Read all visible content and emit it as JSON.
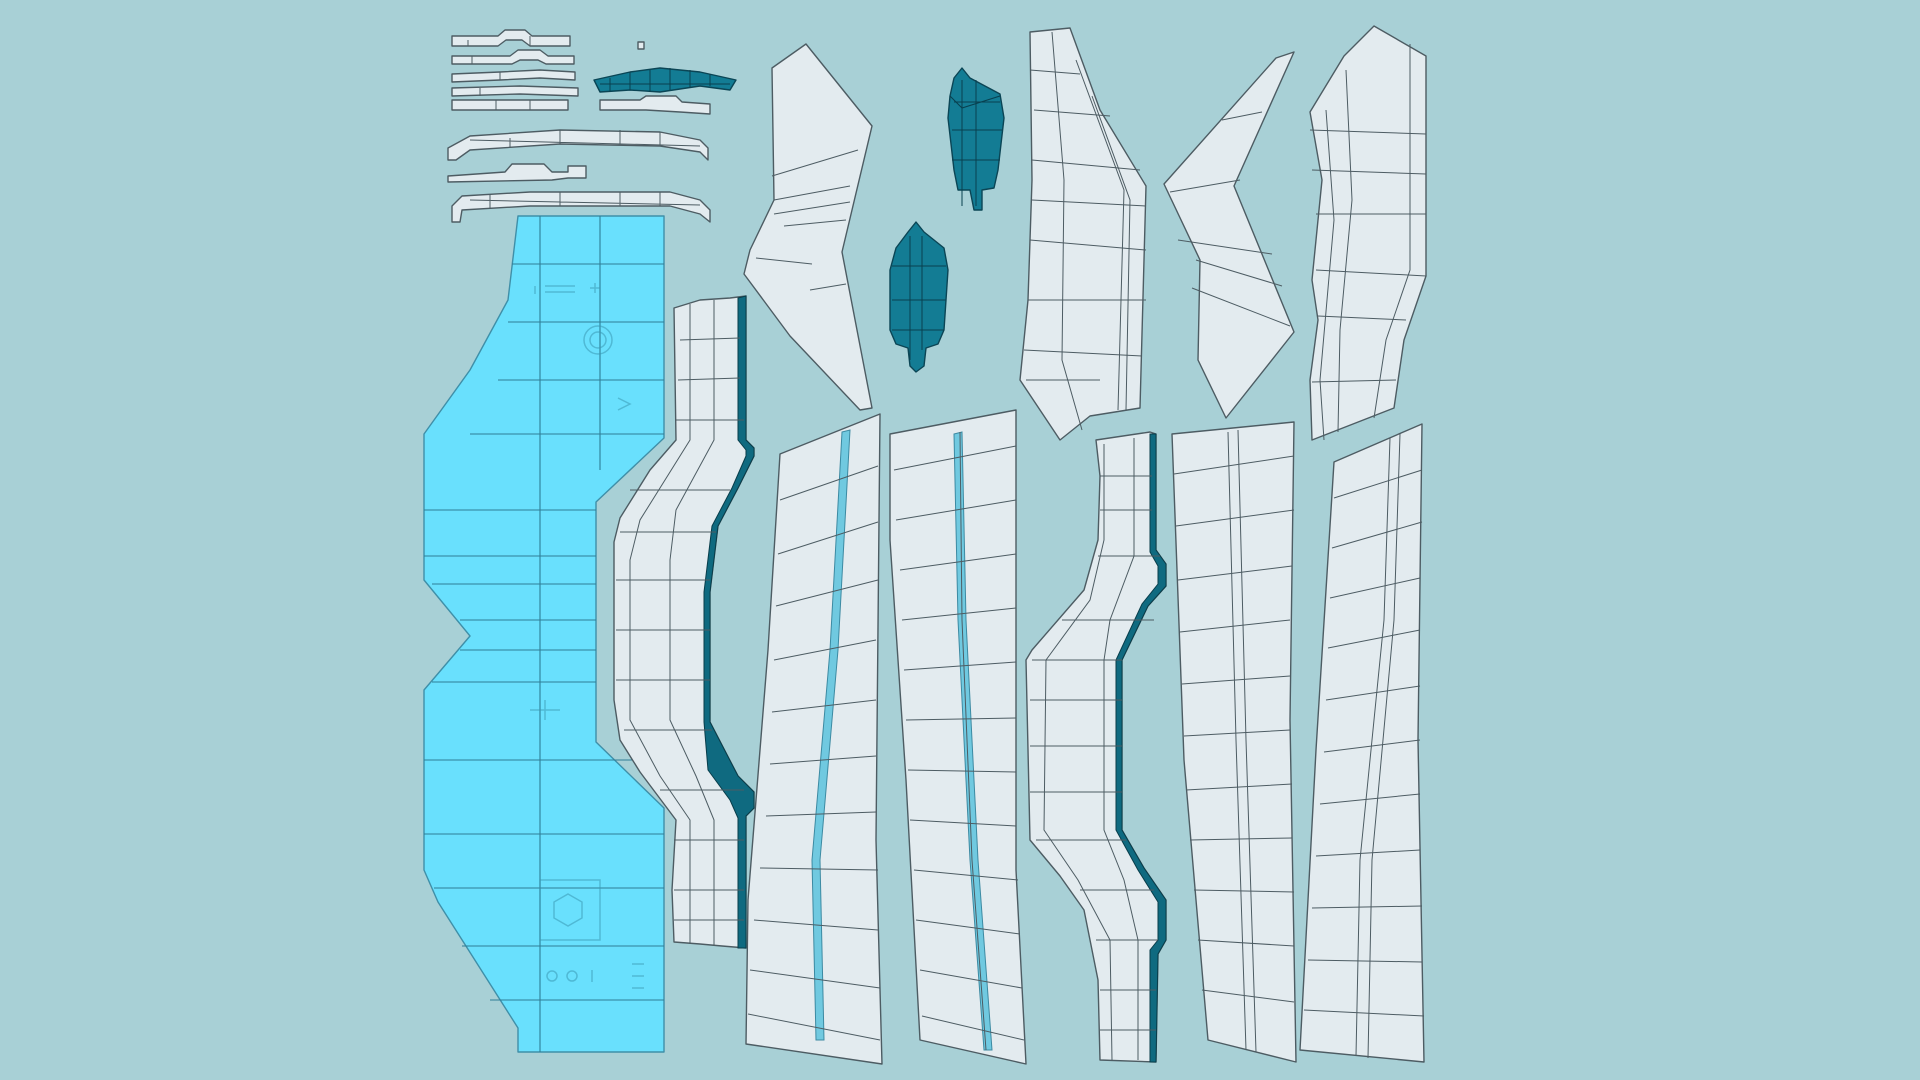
{
  "colors": {
    "background": "#a8d0d6",
    "island_fill": "#e3ebef",
    "island_edge": "#4d5c63",
    "selected_cyan": "#69e0fd",
    "selected_teal": "#137c94"
  },
  "islands": [
    {
      "name": "small-strips-cluster",
      "color": "white"
    },
    {
      "name": "teal-small-strip",
      "color": "teal"
    },
    {
      "name": "cyan-large-panel",
      "color": "cyan"
    },
    {
      "name": "wavy-strip-left",
      "color": "white"
    },
    {
      "name": "chevron-panel-top-left",
      "color": "white"
    },
    {
      "name": "teal-fin-upper",
      "color": "teal"
    },
    {
      "name": "teal-fin-lower",
      "color": "teal"
    },
    {
      "name": "tall-panel-top-center",
      "color": "white"
    },
    {
      "name": "chevron-panel-top-right",
      "color": "white"
    },
    {
      "name": "tall-panel-top-right",
      "color": "white"
    },
    {
      "name": "tall-strip-a",
      "color": "white"
    },
    {
      "name": "tall-strip-b",
      "color": "white"
    },
    {
      "name": "wavy-strip-right",
      "color": "white"
    },
    {
      "name": "tall-strip-c",
      "color": "white"
    },
    {
      "name": "tall-strip-d",
      "color": "white"
    }
  ]
}
